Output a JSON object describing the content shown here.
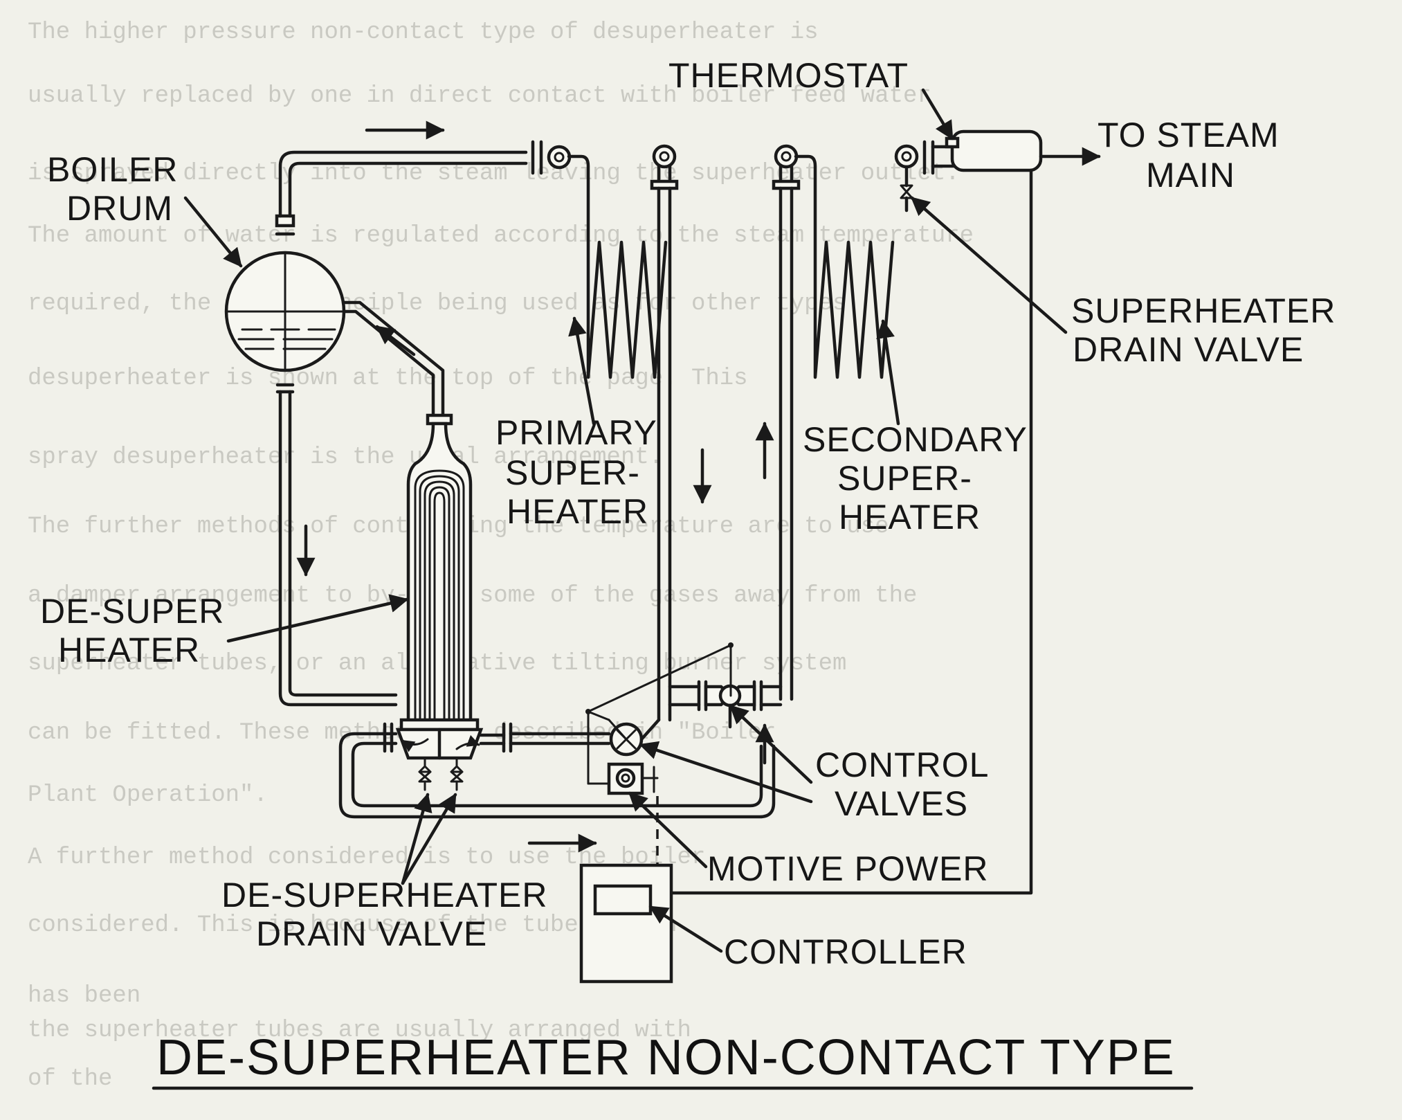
{
  "background_text_lines": [
    "The higher pressure non-contact type of desuperheater is",
    "usually replaced by one in direct contact with boiler feed water",
    "is sprayed directly into the steam leaving the superheater outlet.",
    "The amount of water is regulated according to the steam temperature",
    "required, the same principle being used as for other types.",
    "desuperheater is shown at the top of the page. This",
    "spray desuperheater is the usual arrangement.",
    "The further methods of controlling the temperature are to use",
    "a damper arrangement to by-pass some of the gases away from the",
    "superheater tubes, or an alternative tilting burner system",
    "can be fitted. These methods are described in \"Boiler",
    "Plant Operation\".",
    "A further method considered is to use the boiler",
    "considered. This is because of the tubes which",
    "has been",
    "the superheater tubes are usually arranged with",
    "of the"
  ],
  "labels": {
    "thermostat": "THERMOSTAT",
    "to_steam_main_1": "TO STEAM",
    "to_steam_main_2": "MAIN",
    "boiler_drum_1": "BOILER",
    "boiler_drum_2": "DRUM",
    "sh_drain_1": "SUPERHEATER",
    "sh_drain_2": "DRAIN VALVE",
    "primary_1": "PRIMARY",
    "primary_2": "SUPER-",
    "primary_3": "HEATER",
    "secondary_1": "SECONDARY",
    "secondary_2": "SUPER-",
    "secondary_3": "HEATER",
    "desuper_1": "DE-SUPER",
    "desuper_2": "HEATER",
    "control_1": "CONTROL",
    "control_2": "VALVES",
    "motive_power": "MOTIVE POWER",
    "dsh_drain_1": "DE-SUPERHEATER",
    "dsh_drain_2": "DRAIN VALVE",
    "controller": "CONTROLLER"
  },
  "title": "DE-SUPERHEATER NON-CONTACT TYPE",
  "colors": {
    "ink": "#1a1a1a",
    "paper": "#f1f1ea",
    "bleed_text": "#c9c9c2"
  }
}
